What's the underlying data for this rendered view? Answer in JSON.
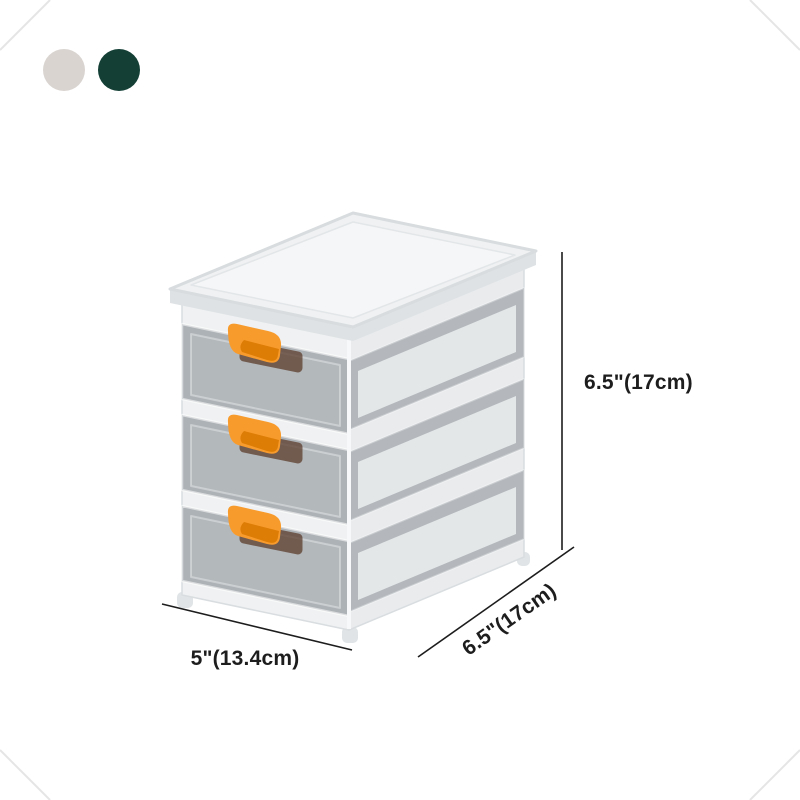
{
  "swatches": [
    {
      "name": "gray",
      "color": "#d9d4d0"
    },
    {
      "name": "dark-green",
      "color": "#133f35"
    }
  ],
  "dimensions": {
    "height": "6.5\"(17cm)",
    "width": "5\"(13.4cm)",
    "depth": "6.5\"(17cm)"
  },
  "product": {
    "drawer_count": 3,
    "colors": {
      "handle": "#f89b2d",
      "handle_shadow": "#dd7d05",
      "drawer_smoke": "#6c737a",
      "frame": "#eff1f2"
    }
  }
}
